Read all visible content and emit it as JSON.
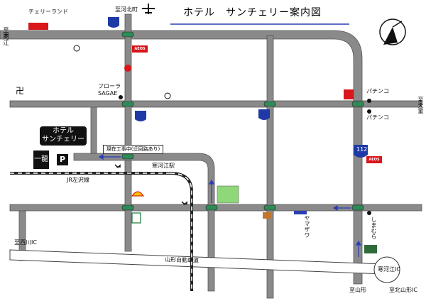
{
  "title": "ホテル　サンチェリー案内図",
  "places": {
    "cherryland": "チェリーランド",
    "shidamachi_n": "至河北町",
    "sakae": "至寒",
    "sakae2": "河江",
    "floral": "フローラ",
    "sagae": "SAGAE",
    "pachinko1": "パチンコ",
    "pachinko2": "パチンコ",
    "to_tendo": "至天童",
    "hotel_l1": "ホテル",
    "hotel_l2": "サンチェリー",
    "ichikai": "一龍",
    "parking": "P",
    "notice": "現在工事中(迂回路あり)",
    "station": "寒河江駅",
    "jr_line": "JR左沢線",
    "shimamura": "しまむら",
    "yamazawa": "ヤマザワ",
    "to_nishikawa_ic": "至西川IC",
    "expressway": "山形自動車道",
    "sagae_ic": "寒河江IC",
    "to_yamagata": "至山形",
    "to_kitahoku_ic": "至北山形IC",
    "route_112": "112",
    "brand": "AEOS"
  },
  "icons": [
    "airplane-icon",
    "compass-icon",
    "shrine-icon",
    "temple-icon",
    "post-office-icon",
    "signal-icon",
    "traffic-signal-icon",
    "restaurant-icon",
    "shell-icon",
    "seven-eleven-icon",
    "park-icon",
    "railway-crossing-icon",
    "route-shield-icon"
  ],
  "colors": {
    "road": "#8a8a8a",
    "road_edge": "#555555",
    "rail": "#222222",
    "arrow": "#2b3db7",
    "shield": "#1f3aa6",
    "signal": "#2e8b57",
    "park": "#8ed87a",
    "accent_red": "#d8161b"
  }
}
